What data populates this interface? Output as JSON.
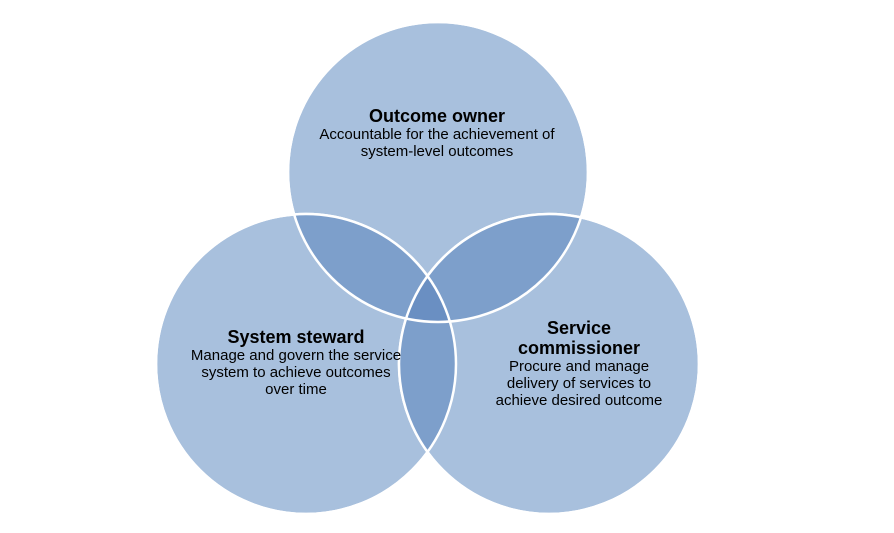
{
  "diagram": {
    "colors": {
      "circle_fill": "#a8c0dd",
      "overlap_two": "#7d9fcb",
      "overlap_three": "#6a8fc2",
      "outline": "#ffffff"
    },
    "circles": [
      {
        "id": "outcome-owner",
        "title": "Outcome owner",
        "description": "Accountable for the achievement of system-level outcomes"
      },
      {
        "id": "system-steward",
        "title": "System steward",
        "description": "Manage and govern the service system to achieve outcomes over time"
      },
      {
        "id": "service-commissioner",
        "title": "Service commissioner",
        "description": "Procure and manage delivery of services to achieve desired outcome"
      }
    ]
  }
}
